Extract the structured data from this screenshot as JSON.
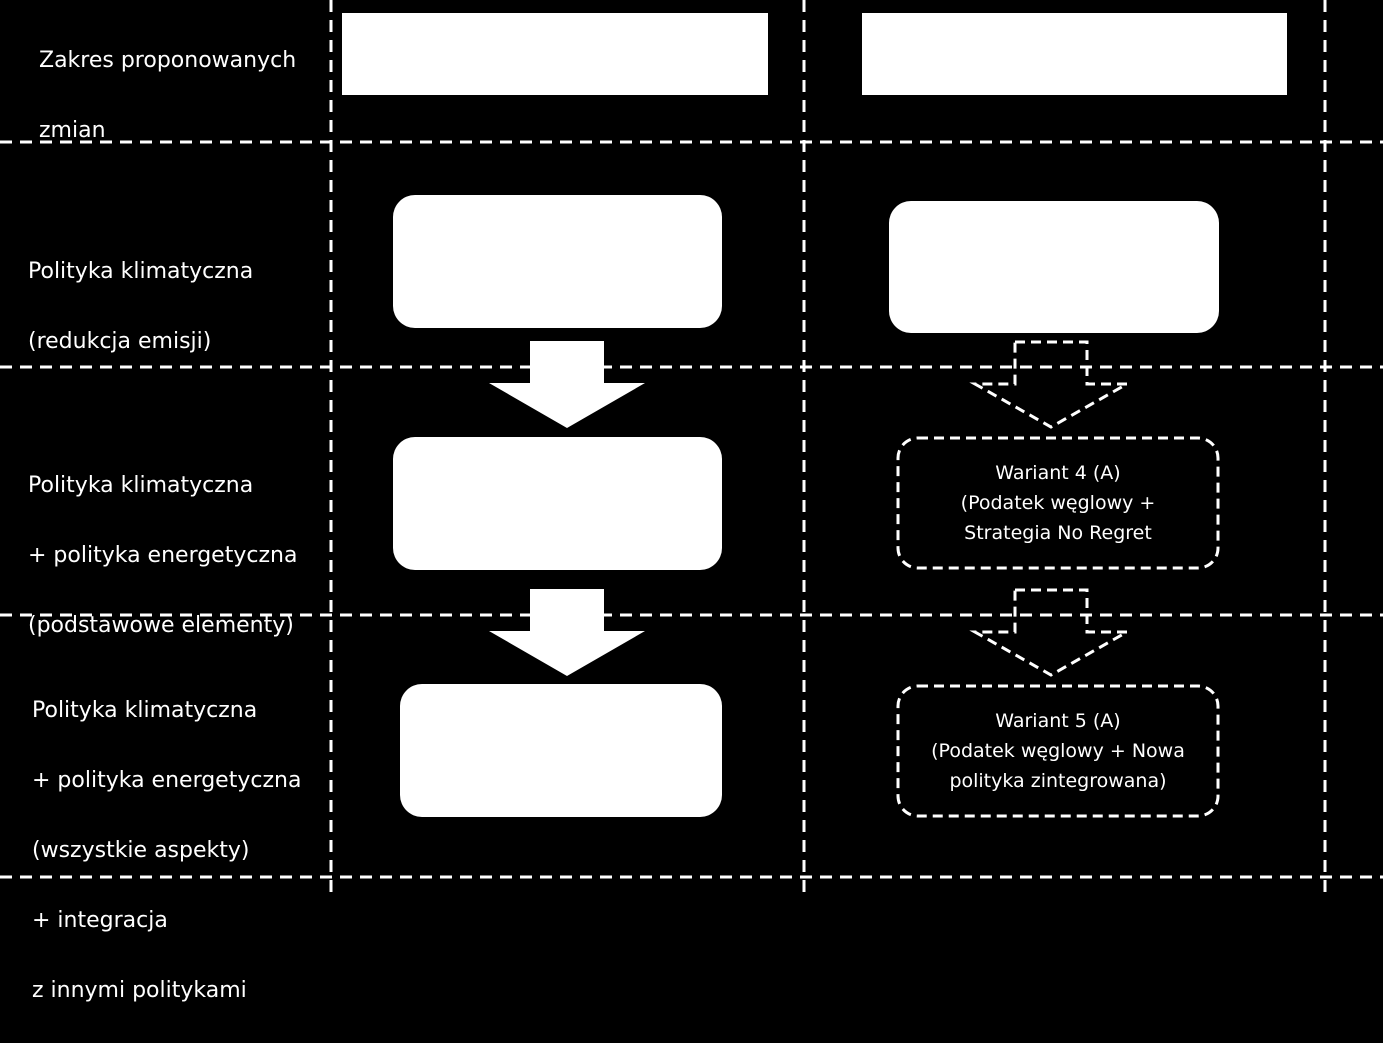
{
  "colors": {
    "background": "#000000",
    "foreground": "#ffffff"
  },
  "rows": [
    {
      "id": "zakres",
      "lines": [
        "Zakres proponowanych",
        "zmian"
      ]
    },
    {
      "id": "klimat",
      "lines": [
        "Polityka klimatyczna",
        "(redukcja emisji)"
      ]
    },
    {
      "id": "klimat-energia",
      "lines": [
        "Polityka klimatyczna",
        "+ polityka energetyczna",
        "(podstawowe elementy)"
      ]
    },
    {
      "id": "klimat-energia-integracja",
      "lines": [
        "Polityka klimatyczna",
        "+ polityka energetyczna",
        "(wszystkie aspekty)",
        "+ integracja",
        "z innymi politykami"
      ]
    }
  ],
  "variants": {
    "wariant4": {
      "lines": [
        "Wariant 4 (A)",
        "(Podatek węglowy +",
        "Strategia No Regret"
      ]
    },
    "wariant5": {
      "lines": [
        "Wariant 5 (A)",
        "(Podatek węglowy + Nowa",
        "polityka zintegrowana)"
      ]
    }
  }
}
